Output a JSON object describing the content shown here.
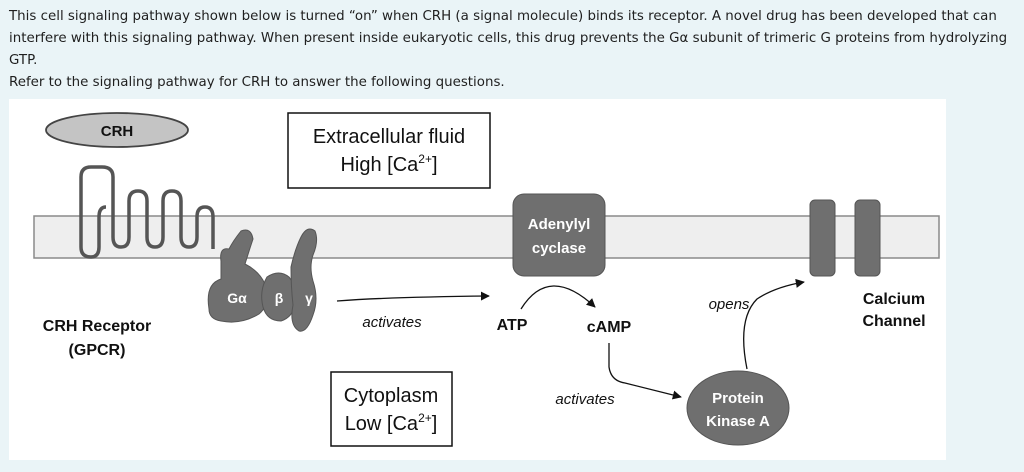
{
  "question": {
    "line1": "This cell signaling pathway shown below is turned “on” when CRH (a signal molecule) binds its receptor. A novel drug has been developed that can",
    "line2": "interfere with this signaling pathway. When present inside eukaryotic cells, this drug prevents the Gα subunit of trimeric G proteins from hydrolyzing GTP.",
    "line3": "Refer to the signaling pathway for CRH to answer the following questions."
  },
  "diagram": {
    "signal_molecule": "CRH",
    "extracellular_line1": "Extracellular fluid",
    "extracellular_line2_prefix": "High [Ca",
    "extracellular_superscript": "2+",
    "extracellular_line2_suffix": "]",
    "adenylyl_line1": "Adenylyl",
    "adenylyl_line2": "cyclase",
    "g_alpha": "Gα",
    "g_beta": "β",
    "g_gamma": "γ",
    "receptor_line1": "CRH Receptor",
    "receptor_line2": "(GPCR)",
    "activates_1": "activates",
    "atp": "ATP",
    "camp": "cAMP",
    "opens": "opens",
    "calcium_line1": "Calcium",
    "calcium_line2": "Channel",
    "cytoplasm_line1": "Cytoplasm",
    "cytoplasm_line2_prefix": "Low [Ca",
    "cytoplasm_superscript": "2+",
    "cytoplasm_line2_suffix": "]",
    "activates_2": "activates",
    "pka_line1": "Protein",
    "pka_line2": "Kinase A"
  },
  "colors": {
    "shape_gray": "#6f6f6f",
    "crh_fill": "#c4c4c4",
    "membrane_fill": "#eeeeee",
    "page_bg": "#eaf4f7"
  }
}
